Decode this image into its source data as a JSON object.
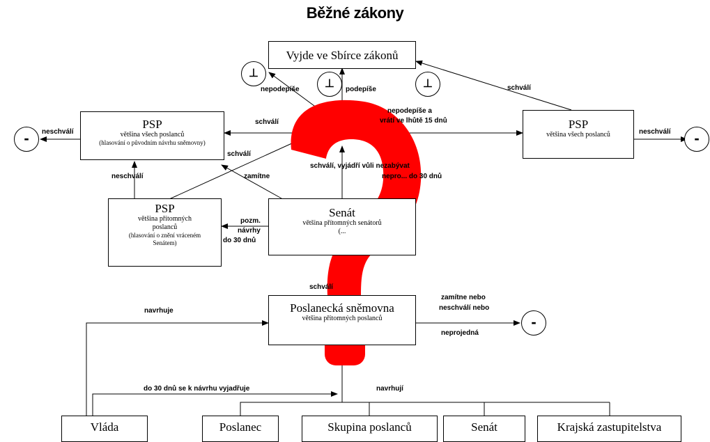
{
  "title": "Běžné zákony",
  "boxes": {
    "sbirka": {
      "title": "Vyjde ve Sbírce zákonů"
    },
    "psp_all_left": {
      "title": "PSP",
      "line1": "většina všech poslanců",
      "line2": "(hlasování o původním návrhu sněmovny)"
    },
    "psp_all_right": {
      "title": "PSP",
      "line1": "většina všech poslanců"
    },
    "psp_present": {
      "title": "PSP",
      "line1": "většina přítomných",
      "line2": "poslanců",
      "line3": "(hlasování o znění vráceném",
      "line4": "Senátem)"
    },
    "senat": {
      "title": "Senát",
      "line1": "většina přítomných senátorů",
      "line2": "(..."
    },
    "snemovna": {
      "title": "Poslanecká sněmovna",
      "line1": "většina přítomných poslanců"
    },
    "vlada": {
      "title": "Vláda"
    },
    "poslanec": {
      "title": "Poslanec"
    },
    "skupina": {
      "title": "Skupina poslanců"
    },
    "senat_bottom": {
      "title": "Senát"
    },
    "krajska": {
      "title": "Krajská zastupitelstva"
    }
  },
  "labels": {
    "nepodepise": "nepodepíše",
    "podepise": "podepíše",
    "schvali_top_right": "schválí",
    "nepodepise_a_1": "nepodepíše a",
    "nepodepise_a_2": "vrátí ve lhůtě 15 dnů",
    "schvali_mid": "schválí",
    "neschvali_left": "neschválí",
    "neschvali_right": "neschválí",
    "schvali_diag": "schválí",
    "neschvali_up": "neschválí",
    "zamitne": "zamítne",
    "schvali_vyjadri_1": "schválí, vyjádří vůli nezabývat",
    "schvali_vyjadri_2": "nepro... do 30 dnů",
    "pozm_1": "pozm.",
    "pozm_2": "návrhy",
    "pozm_3": "do 30 dnů",
    "schvali_low": "schválí",
    "navrhuje": "navrhuje",
    "zamitne_nebo_1": "zamítne nebo",
    "zamitne_nebo_2": "neschválí nebo",
    "neprojedna": "neprojedná",
    "do30": "do 30 dnů se k návrhu vyjadřuje",
    "navrhuji": "navrhují"
  },
  "symbols": {
    "minus": "-",
    "tee": "⊥"
  },
  "colors": {
    "line": "#000000",
    "question_mark": "#ff0000"
  }
}
